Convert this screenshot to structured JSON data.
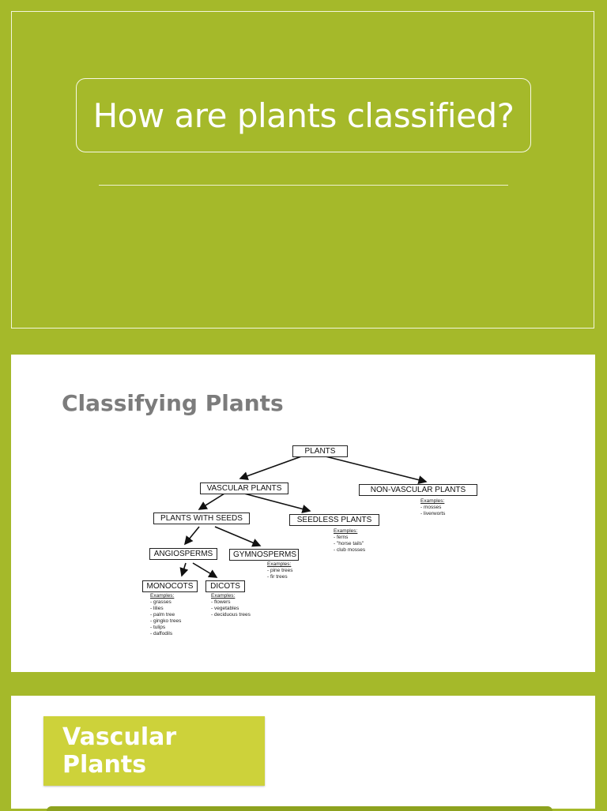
{
  "slide1": {
    "title": "How are plants classified?"
  },
  "slide2": {
    "title": "Classifying Plants",
    "nodes": {
      "plants": "PLANTS",
      "vascular": "VASCULAR PLANTS",
      "nonvascular": "NON-VASCULAR PLANTS",
      "seeds": "PLANTS WITH SEEDS",
      "seedless": "SEEDLESS PLANTS",
      "angiosperms": "ANGIOSPERMS",
      "gymnosperms": "GYMNOSPERMS",
      "monocots": "MONOCOTS",
      "dicots": "DICOTS"
    },
    "examples": {
      "heading": "Examples:",
      "nonvascular": [
        "- mosses",
        "- liverworts"
      ],
      "seedless": [
        "- ferns",
        "- \"horse tails\"",
        "- club mosses"
      ],
      "gymnosperms": [
        "- pine trees",
        "- fir trees"
      ],
      "monocots": [
        "- grasses",
        "- lilies",
        "- palm tree",
        "- gingko trees",
        "- tulips",
        "- daffodils"
      ],
      "dicots": [
        "- flowers",
        "- vegetables",
        "- deciduous trees"
      ]
    }
  },
  "slide3": {
    "title": "Vascular Plants"
  }
}
